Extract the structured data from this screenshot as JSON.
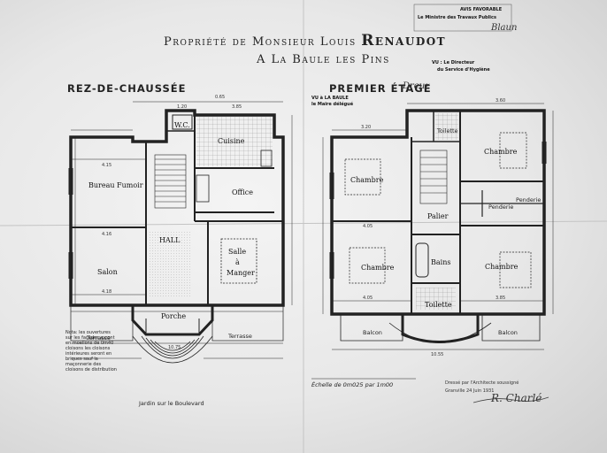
{
  "title": {
    "line1_a": "Propriété de Monsieur Louis",
    "line1_b": "Renaudot",
    "line2": "A La Baule les Pins"
  },
  "headings": {
    "ground_floor": "REZ-DE-CHAUSSÉE",
    "first_floor": "PREMIER ÉTAGE"
  },
  "rooms_ground": {
    "wc": "W.C.",
    "cuisine": "Cuisine",
    "bureau": "Bureau Fumoir",
    "office": "Office",
    "hall": "HALL",
    "salon": "Salon",
    "salle_a_manger_1": "Salle",
    "salle_a_manger_2": "à",
    "salle_a_manger_3": "Manger",
    "porche": "Porche",
    "terrasse_left": "Terrasse",
    "terrasse_right": "Terrasse",
    "jardin": "Jardin sur le Boulevard"
  },
  "rooms_first": {
    "toilette_top": "Toilette",
    "chambre_top_left": "Chambre",
    "chambre_top_right": "Chambre",
    "palier": "Palier",
    "penderie_1": "Penderie",
    "penderie_2": "Penderie",
    "chambre_bottom_left": "Chambre",
    "chambre_bottom_right": "Chambre",
    "bains": "Bains",
    "toilette_bottom": "Toilette",
    "balcon_left": "Balcon",
    "balcon_right": "Balcon"
  },
  "dimensions": {
    "g_top_1": "0.65",
    "g_top_2": "1.20",
    "g_top_3": "3.85",
    "g_width_upper": "4.15",
    "g_width_lower": "4.16",
    "g_total": "10.75",
    "g_salon_w": "4.18",
    "f_width_left": "4.05",
    "f_width_left_b": "4.05",
    "f_width_right": "3.85",
    "f_total": "10.55",
    "f_top_1": "3.20",
    "f_top_2": "3.60"
  },
  "notes": {
    "left_note": "Nota: les ouvertures sur les façades auront en moellons de 0m40 cloisons les cloisons intérieures seront en briques sauf la maçonnerie des cloisons de distribution",
    "scale": "Échelle de 0m025 par 1m00",
    "architect_1": "Dressé par l'Architecte soussigné",
    "architect_2": "Granville 24 Juin 1931",
    "signature": "R. Charlé"
  },
  "stamps": {
    "avis_1": "AVIS FAVORABLE",
    "avis_2": "Le Ministre des Travaux Publics",
    "vu_1": "VU : Le Directeur",
    "vu_2": "du Service d'Hygiène",
    "vu_small_1": "VU à LA BAULE",
    "vu_small_2": "le Maire délégué"
  },
  "handwriting": {
    "sig_top": "Blaun",
    "sig_mid": "Dreuz"
  }
}
